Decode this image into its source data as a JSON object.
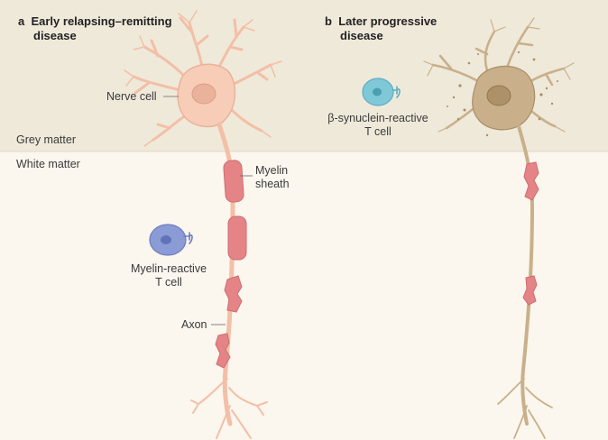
{
  "panels": {
    "a": {
      "letter": "a",
      "title_line1": "Early relapsing–remitting",
      "title_line2": "disease"
    },
    "b": {
      "letter": "b",
      "title_line1": "Later progressive",
      "title_line2": "disease"
    }
  },
  "regions": {
    "grey": "Grey matter",
    "white": "White matter"
  },
  "labels": {
    "nerve_cell": "Nerve cell",
    "myelin_line1": "Myelin",
    "myelin_line2": "sheath",
    "myelin_tcell_line1": "Myelin-reactive",
    "myelin_tcell_line2": "T cell",
    "axon": "Axon",
    "syn_tcell_line1": "β-synuclein-reactive",
    "syn_tcell_line2": "T cell"
  },
  "colors": {
    "grey_matter_bg": "#efe9da",
    "white_matter_bg": "#fbf6ee",
    "healthy_neuron": "#f7cdb8",
    "healthy_outline": "#e6a98e",
    "damaged_neuron": "#c9b08a",
    "myelin": "#e58487",
    "myelin_tcell": "#8b9bd6",
    "syn_tcell": "#7fc8d8"
  }
}
